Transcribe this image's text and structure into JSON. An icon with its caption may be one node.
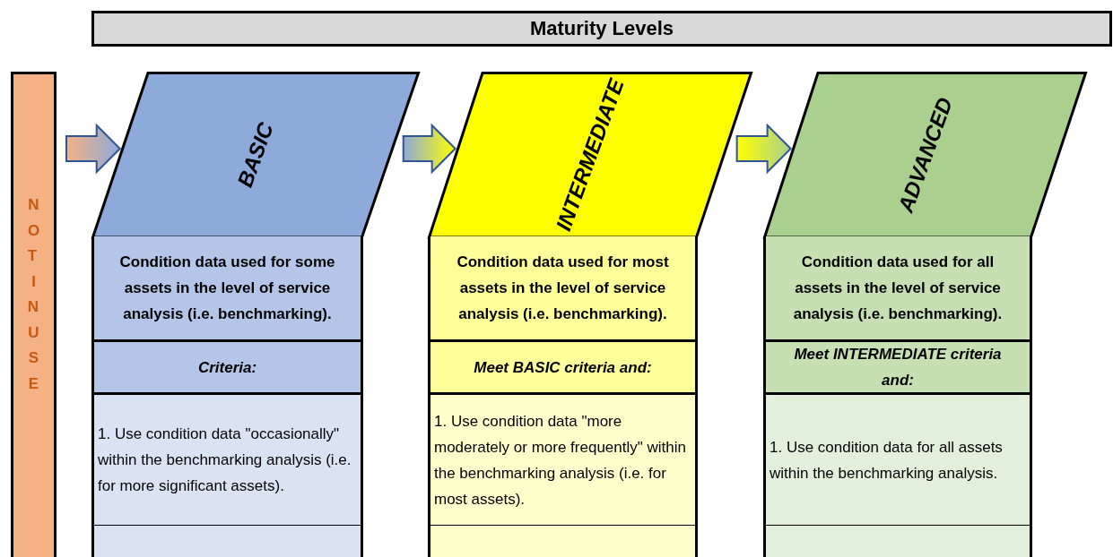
{
  "diagram": {
    "title": "Maturity Levels",
    "nodes": [
      {
        "text": [
          "NOT IN USE"
        ]
      },
      {
        "text": [
          "BASIC"
        ]
      },
      {
        "text": [
          "Condition data used for some assets in the level of service analysis (i.e. benchmarking)."
        ]
      },
      {
        "text": [
          "Criteria:"
        ]
      },
      {
        "text": [
          "1. Use condition data \"occasionally\" within the benchmarking analysis (i.e. for more significant assets)."
        ]
      },
      {
        "text": [],
        "shape": "box"
      },
      {
        "text": [
          "INTERMEDIATE"
        ]
      },
      {
        "text": [
          "Condition data used for most assets in the level of service analysis (i.e. benchmarking)."
        ]
      },
      {
        "text": [
          "Meet BASIC criteria and:"
        ]
      },
      {
        "text": [
          "1. Use condition data \"more moderately or more frequently\" within the benchmarking analysis (i.e. for most assets)."
        ]
      },
      {
        "text": [],
        "shape": "box"
      },
      {
        "text": [
          "ADVANCED"
        ]
      },
      {
        "text": [
          "Condition data used for all assets in the level of service analysis (i.e. benchmarking)."
        ]
      },
      {
        "text": [
          "Meet INTERMEDIATE criteria and:"
        ]
      },
      {
        "text": [
          "1. Use condition data for all assets within the benchmarking analysis."
        ]
      },
      {
        "text": [],
        "shape": "box"
      }
    ],
    "edges": [
      {
        "from": 0,
        "to": 1,
        "arrow": "to"
      },
      {
        "from": 1,
        "to": 6,
        "arrow": "to"
      },
      {
        "from": 6,
        "to": 11,
        "arrow": "to"
      }
    ]
  }
}
